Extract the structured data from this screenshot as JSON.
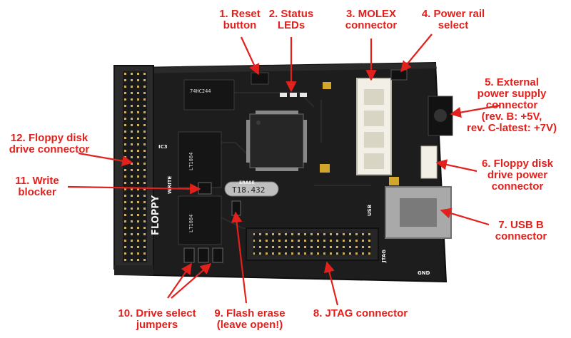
{
  "colors": {
    "label": "#e2201c",
    "board": "#1d1d1d",
    "silkscreen": "#f2f2f2",
    "connector": "#2a2a2a",
    "molex": "#f1efe6",
    "capacitor": "#d2a62a",
    "usb_metal": "#a9a9a9"
  },
  "labels": {
    "reset": [
      "1. Reset",
      "button"
    ],
    "leds": [
      "2. Status",
      "LEDs"
    ],
    "molex": [
      "3. MOLEX",
      "connector"
    ],
    "power_rail": [
      "4. Power rail",
      "select"
    ],
    "ext_power": [
      "5. External",
      "power supply",
      "connector",
      "(rev. B: +5V,",
      "rev. C-latest: +7V)"
    ],
    "floppy_power": [
      "6. Floppy disk",
      "drive power",
      "connector"
    ],
    "usb": [
      "7. USB B",
      "connector"
    ],
    "jtag": [
      "8. JTAG connector"
    ],
    "flash_erase": [
      "9. Flash erase",
      "(leave open!)"
    ],
    "drive_select": [
      "10. Drive select",
      "jumpers"
    ],
    "write_blocker": [
      "11. Write",
      "blocker"
    ],
    "floppy_conn": [
      "12. Floppy disk",
      "drive connector"
    ]
  },
  "board_text": {
    "crystal": "T18.432",
    "board_name": "FLOPPY",
    "write_label": "WRITE",
    "jtag_label": "JTAG",
    "ic3": "IC3",
    "ic_a": "74HC244",
    "ic_b": "LT1084",
    "gnd": "GND",
    "usb_label": "USB",
    "erase_label": "ERASE"
  }
}
